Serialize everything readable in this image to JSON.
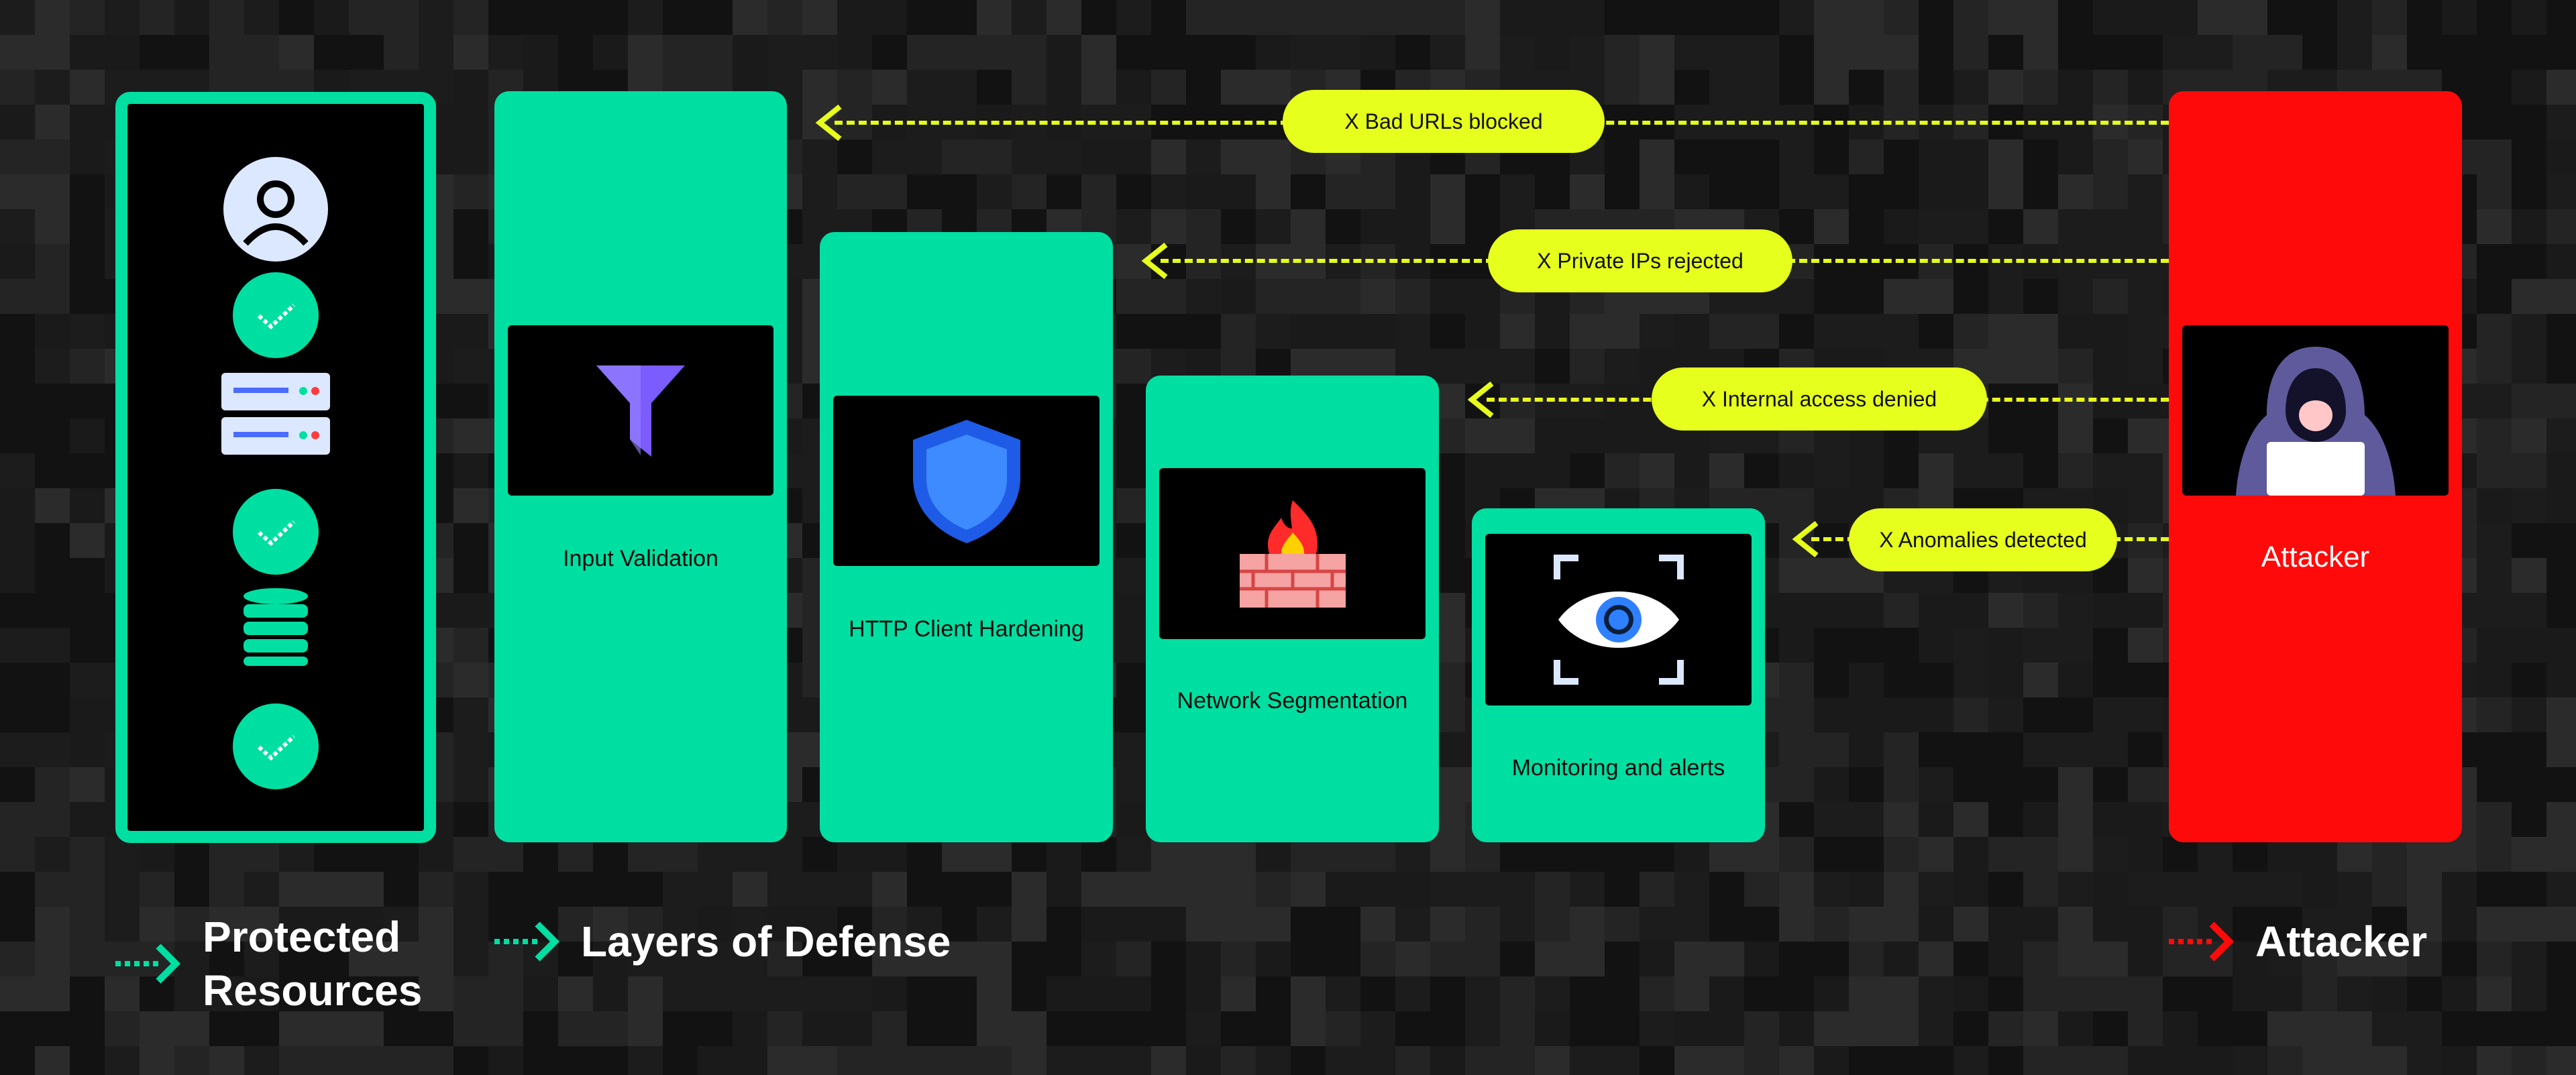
{
  "colors": {
    "background": "#111111",
    "defense_green": "#00DFA2",
    "attack_red": "#FF0A0A",
    "highlight_yellow": "#E6FF1C",
    "shield_blue": "#2F80FF",
    "funnel_purple": "#7B5CFF"
  },
  "protected_resources": {
    "icons": [
      "user-icon",
      "check-icon",
      "server-icon",
      "check-icon",
      "database-icon",
      "check-icon"
    ]
  },
  "layers": [
    {
      "label": "Input Validation",
      "icon": "funnel-icon"
    },
    {
      "label": "HTTP Client Hardening",
      "icon": "shield-icon"
    },
    {
      "label": "Network Segmentation",
      "icon": "firewall-icon"
    },
    {
      "label": "Monitoring and alerts",
      "icon": "eye-icon"
    }
  ],
  "attacker": {
    "label": "Attacker",
    "icon": "hacker-icon"
  },
  "attacks": [
    {
      "label": "X Bad URLs blocked"
    },
    {
      "label": "X Private IPs rejected"
    },
    {
      "label": "X Internal access denied"
    },
    {
      "label": "X Anomalies detected"
    }
  ],
  "legend": {
    "protected_line1": "Protected",
    "protected_line2": "Resources",
    "layers": "Layers of Defense",
    "attacker": "Attacker"
  }
}
